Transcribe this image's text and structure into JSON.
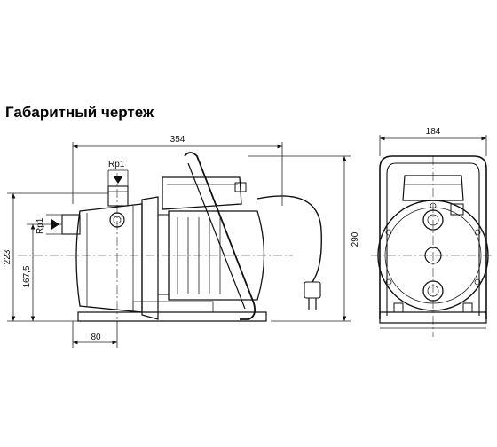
{
  "title": "Габаритный чертеж",
  "dimensions": {
    "length_total": "354",
    "height_total": "290",
    "width_total": "184",
    "height_outlet": "223",
    "height_inlet": "167,5",
    "inlet_offset": "80",
    "port_top": "Rp1",
    "port_side": "Rp1"
  }
}
